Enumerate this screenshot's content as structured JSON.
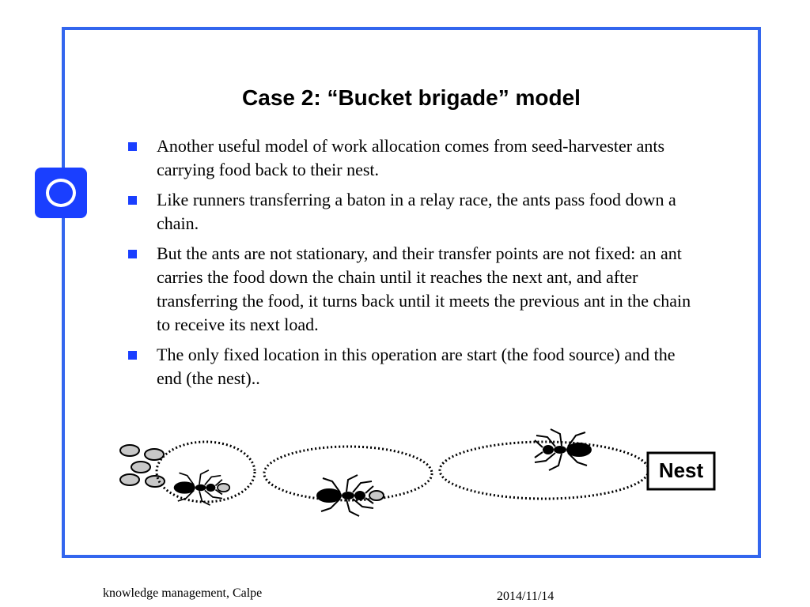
{
  "slide": {
    "title": "Case 2: “Bucket brigade” model",
    "bullets": [
      "Another useful model of work allocation comes from seed-harvester ants carrying food back to their nest.",
      "Like runners transferring a baton in a relay race, the ants pass food down a chain.",
      "But the ants are not stationary, and their transfer points are not fixed: an ant carries the food down the chain until it reaches the next ant, and after transferring the food, it turns back until it meets the previous ant in the chain to receive its next load.",
      "The only fixed location in this operation are start (the food source) and the end (the nest).."
    ]
  },
  "diagram": {
    "nest_label": "Nest"
  },
  "footer": {
    "left": "knowledge management, Calpe",
    "right": "2014/11/14"
  },
  "colors": {
    "frame": "#3366ee",
    "accent": "#1a3fff"
  },
  "icons": {
    "logo": "ring-logo-icon",
    "bullet": "square-bullet-icon"
  }
}
